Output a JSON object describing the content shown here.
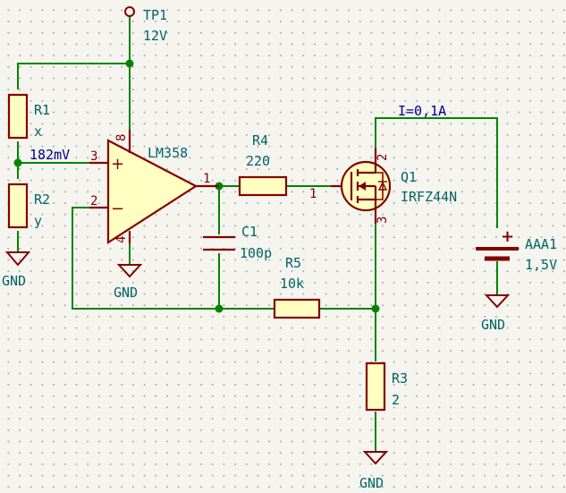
{
  "components": {
    "tp1": {
      "ref": "TP1",
      "value": "12V"
    },
    "r1": {
      "ref": "R1",
      "value": "x"
    },
    "r2": {
      "ref": "R2",
      "value": "y"
    },
    "r3": {
      "ref": "R3",
      "value": "2"
    },
    "r4": {
      "ref": "R4",
      "value": "220"
    },
    "r5": {
      "ref": "R5",
      "value": "10k"
    },
    "c1": {
      "ref": "C1",
      "value": "100p"
    },
    "u1": {
      "ref": "LM358"
    },
    "q1": {
      "ref": "Q1",
      "value": "IRFZ44N"
    },
    "aaa1": {
      "ref": "AAA1",
      "value": "1,5V"
    }
  },
  "pins": {
    "opamp_plus": "3",
    "opamp_minus": "2",
    "opamp_out": "1",
    "opamp_vcc": "8",
    "opamp_gnd": "4",
    "r4_out": "1",
    "q1_drain": "2",
    "q1_source": "3"
  },
  "symbols": {
    "plus": "+",
    "minus": "−",
    "battery_plus": "+"
  },
  "net_labels": {
    "divider": "182mV",
    "current": "I=0,1A"
  },
  "power": {
    "gnd": "GND"
  },
  "colors": {
    "wire": "#008400",
    "component": "#840000",
    "reference": "#006464",
    "net_label": "#00008c",
    "component_fill": "#ffffc2",
    "background": "#f5f4ef"
  }
}
